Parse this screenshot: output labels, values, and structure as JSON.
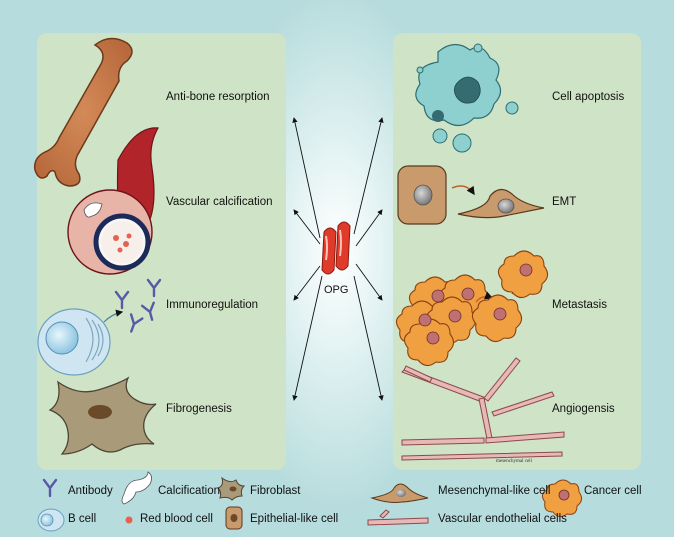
{
  "left_panel": {
    "labels": [
      "Anti-bone resorption",
      "Vascular calcification",
      "Immunoregulation",
      "Fibrogenesis"
    ]
  },
  "right_panel": {
    "labels": [
      "Cell apoptosis",
      "EMT",
      "Metastasis",
      "Angiogensis"
    ],
    "small_note": "mesenchymal cell"
  },
  "center": {
    "label": "OPG"
  },
  "legend": {
    "antibody": "Antibody",
    "calcification": "Calcification",
    "fibroblast": "Fibroblast",
    "mesenchymal": "Mesenchymal-like cell",
    "cancer": "Cancer cell",
    "bcell": "B cell",
    "rbc": "Red blood cell",
    "epithelial": "Epithelial-like cell",
    "vascular": "Vascular endothelial cells"
  },
  "colors": {
    "panel": "#cfe3c6",
    "background": "#b9dcdd",
    "bone": "#c8794a",
    "artery": "#b0242a",
    "opg": "#e03a2a",
    "cancer": "#f0a040",
    "endothelial": "#e8b8b8"
  }
}
